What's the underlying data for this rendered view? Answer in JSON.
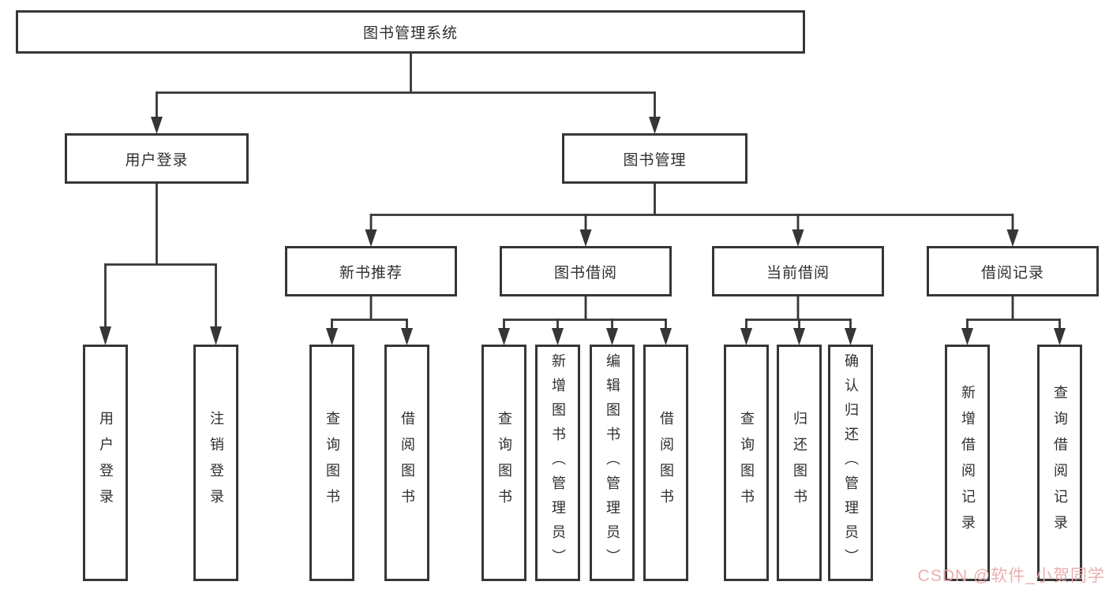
{
  "title": "图书管理系统",
  "level2": [
    {
      "label": "用户登录"
    },
    {
      "label": "图书管理"
    }
  ],
  "login_children": [
    "用户登录",
    "注销登录"
  ],
  "groups": [
    {
      "label": "新书推荐",
      "children": [
        "查询图书",
        "借阅图书"
      ]
    },
    {
      "label": "图书借阅",
      "children": [
        "查询图书",
        "新增图书（管理员）",
        "编辑图书（管理员）",
        "借阅图书"
      ]
    },
    {
      "label": "当前借阅",
      "children": [
        "查询图书",
        "归还图书",
        "确认归还（管理员）"
      ]
    },
    {
      "label": "借阅记录",
      "children": [
        "新增借阅记录",
        "查询借阅记录"
      ]
    }
  ],
  "watermark": {
    "text": "CSDN @软件_小贺同学",
    "color": "#eba8a8"
  },
  "colors": {
    "line": "#363636",
    "text": "#2f2f2f",
    "background": "#ffffff"
  }
}
